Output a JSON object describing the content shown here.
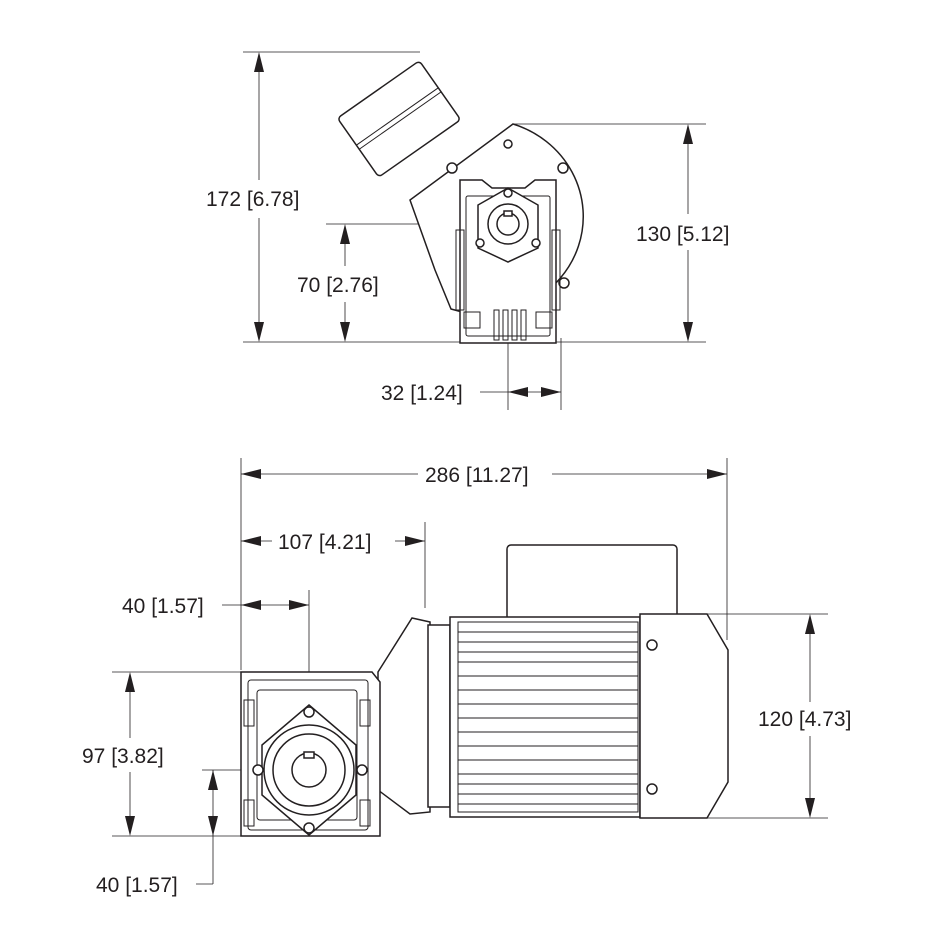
{
  "dimensions": {
    "top_overall_height": "172 [6.78]",
    "top_motor_diameter": "130 [5.12]",
    "top_shaft_height": "70 [2.76]",
    "top_shaft_offset": "32 [1.24]",
    "front_overall_length": "286 [11.27]",
    "front_gearbox_length": "107 [4.21]",
    "front_shaft_from_edge": "40 [1.57]",
    "front_gearbox_height": "97 [3.82]",
    "front_shaft_height": "40 [1.57]",
    "front_motor_diameter": "120 [4.73]"
  },
  "colors": {
    "line": "#231f20",
    "background": "#ffffff"
  }
}
